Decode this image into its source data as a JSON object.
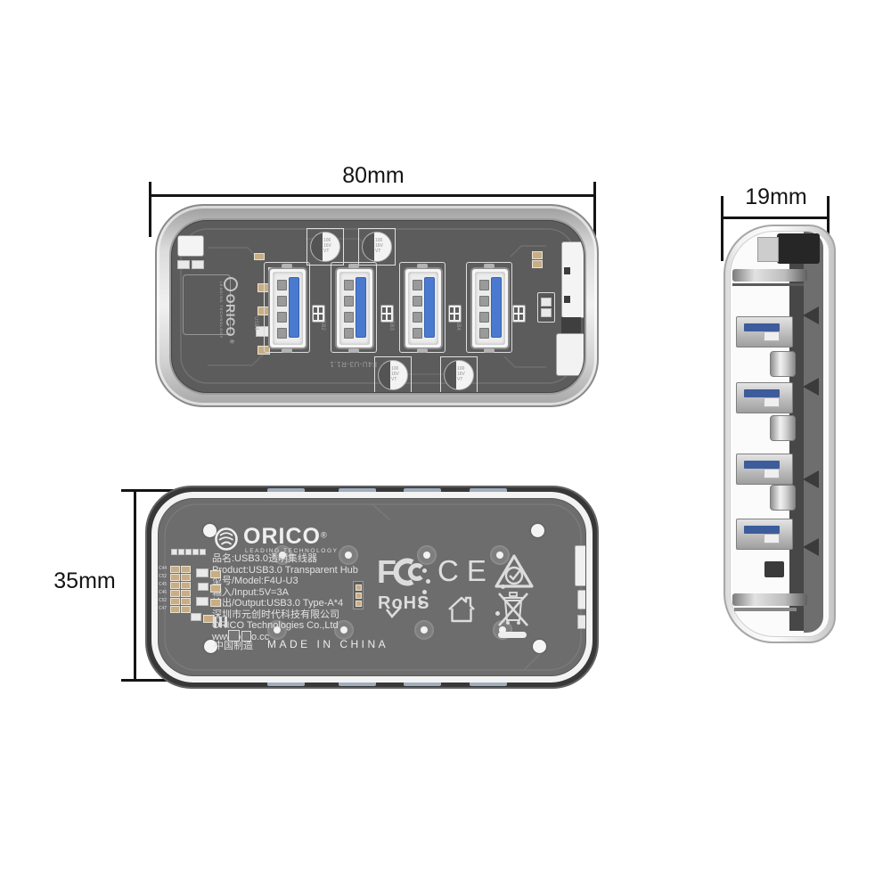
{
  "annotations": {
    "width_label": "80mm",
    "depth_label": "19mm",
    "height_label": "35mm"
  },
  "top_view": {
    "logo": {
      "text": "ORICO",
      "registered": "®",
      "tagline": "LEADING TECHNOLOGY"
    },
    "capacitor_print": [
      "100",
      "16V",
      "VT"
    ],
    "pcb_code": "F4U-U3-R1.1",
    "port_labels": [
      "USB1",
      "USB2",
      "USB3",
      "USB4"
    ]
  },
  "bottom_view": {
    "logo": {
      "text": "ORICO",
      "registered": "®",
      "tagline": "LEADING TECHNOLOGY"
    },
    "info_lines": [
      "品名:USB3.0透明集线器",
      "Product:USB3.0 Transparent Hub",
      "型号/Model:F4U-U3",
      "输入/Input:5V=3A",
      "输出/Output:USB3.0 Type-A*4",
      "深圳市元创时代科技有限公司",
      "ORICO Technologies Co.,Ltd",
      "www.orico.cc"
    ],
    "made_in_cn": "中国制造",
    "made_in_en": "MADE IN CHINA",
    "component_labels": [
      "C44",
      "C52",
      "C45",
      "C46",
      "C52",
      "C47"
    ],
    "certs": {
      "fcc_letters": [
        "F",
        "C",
        "C"
      ],
      "ce": "CE",
      "rohs": "RoHS"
    }
  },
  "colors": {
    "background": "#ffffff",
    "dimension_line": "#141414",
    "usb_blue": "#4a7ad0",
    "top_pcb_gray": "#5c5c5c",
    "bottom_pcb_gray": "#6d6d6d",
    "silkscreen_white": "#e3e3e3",
    "shell_silver": "#d9d9d9"
  }
}
